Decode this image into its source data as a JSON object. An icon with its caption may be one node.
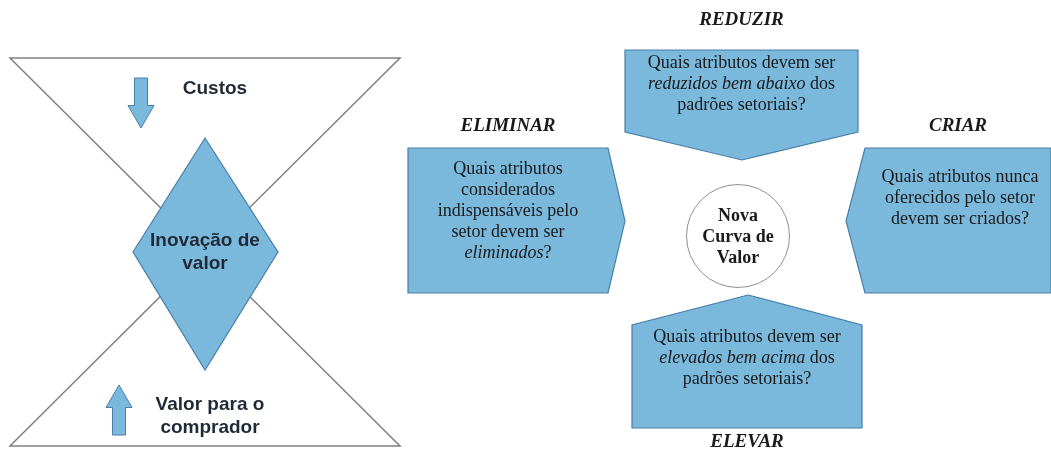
{
  "diagram": {
    "nodes": [
      {
        "text": [
          "Custos"
        ]
      },
      {
        "text": [
          "Valor para o comprador"
        ]
      },
      {
        "text": [
          "Inovação de valor"
        ]
      },
      {
        "text": [
          "REDUZIR",
          "Quais atributos devem ser *reduzidos bem abaixo* dos padrões setoriais?"
        ]
      },
      {
        "text": [
          "ELIMINAR",
          "Quais atributos considerados indispensáveis pelo setor devem ser *eliminados*?"
        ]
      },
      {
        "text": [
          "CRIAR",
          "Quais atributos nunca oferecidos pelo setor devem ser criados?"
        ]
      },
      {
        "text": [
          "Nova Curva de Valor"
        ]
      },
      {
        "text": [
          "Quais atributos devem ser *elevados bem acima* dos padrões setoriais?",
          "ELEVAR"
        ]
      }
    ],
    "edges": []
  }
}
